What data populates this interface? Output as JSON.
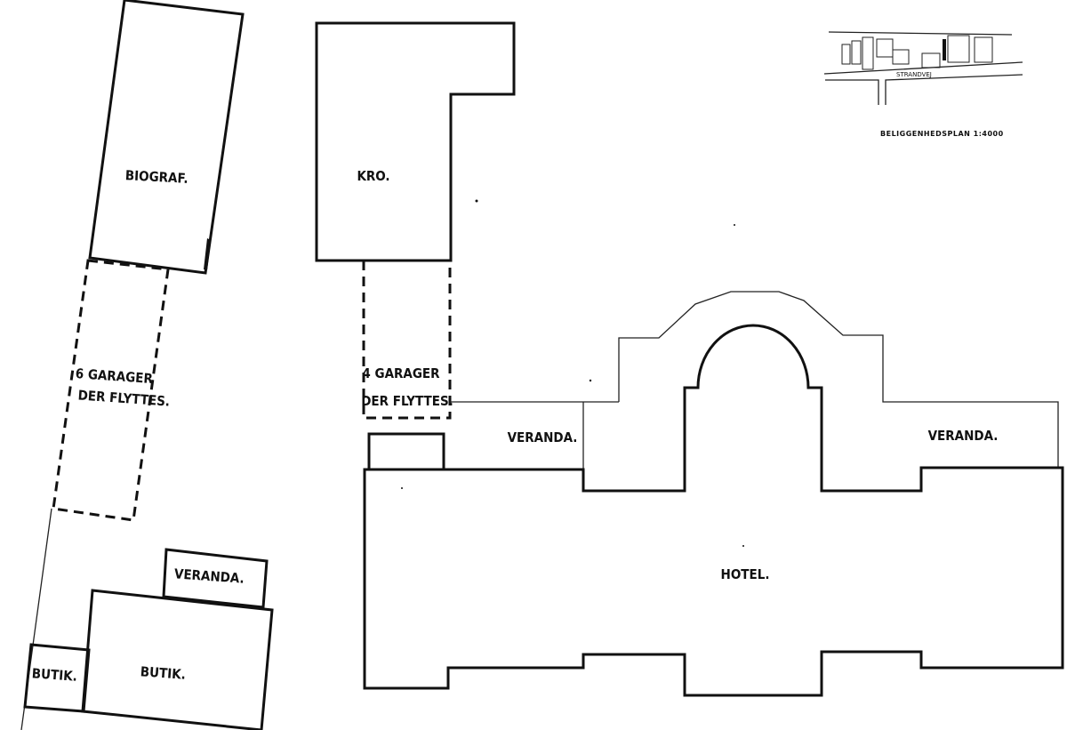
{
  "labels": {
    "biograf": "BIOGRAF.",
    "kro": "KRO.",
    "garager_6_line1": "6 GARAGER",
    "garager_6_line2": "DER FLYTTES.",
    "garager_4_line1": "4 GARAGER",
    "garager_4_line2": "DER FLYTTES.",
    "veranda_left": "VERANDA.",
    "veranda_right": "VERANDA.",
    "veranda_small": "VERANDA.",
    "hotel": "HOTEL.",
    "butik_small": "BUTIK.",
    "butik_large": "BUTIK."
  },
  "site_plan": {
    "caption": "BELIGGENHEDSPLAN 1:4000",
    "street": "STRANDVEJ"
  }
}
